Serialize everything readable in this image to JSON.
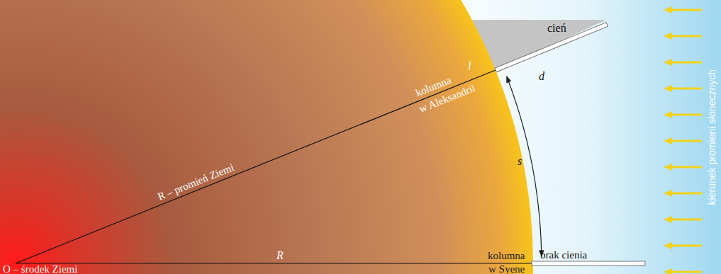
{
  "diagram": {
    "nodes": [
      {
        "text": [
          "cień"
        ]
      }
    ],
    "labels": [
      "l",
      "d",
      "kolumna",
      "w Aleksandrii",
      "R – promień Ziemi",
      "s",
      "R",
      "kolumna",
      "w Syene",
      "brak cienia",
      "O – środek Ziemi",
      "kierunek promieni słonecznych"
    ]
  }
}
